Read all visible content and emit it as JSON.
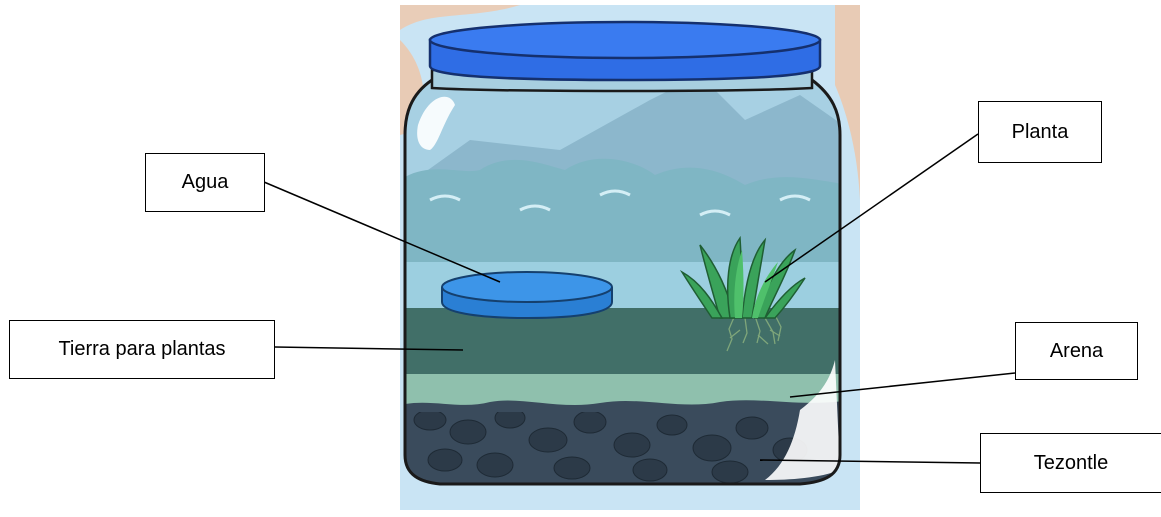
{
  "labels": {
    "agua": "Agua",
    "planta": "Planta",
    "tierra": "Tierra para plantas",
    "arena": "Arena",
    "tezontle": "Tezontle"
  },
  "colors": {
    "lid": "#2f6ee6",
    "jar_glass": "#9dc8d9",
    "sky": "#b3d8ef",
    "mountain": "#8fb8cf",
    "clouds": "#78b4c4",
    "water_dish": "#2d8ae0",
    "soil": "#3f6d66",
    "sand": "#8ebfae",
    "rocks": "#34485a",
    "plant": "#3fa55c",
    "outline": "#1a1a1a"
  }
}
